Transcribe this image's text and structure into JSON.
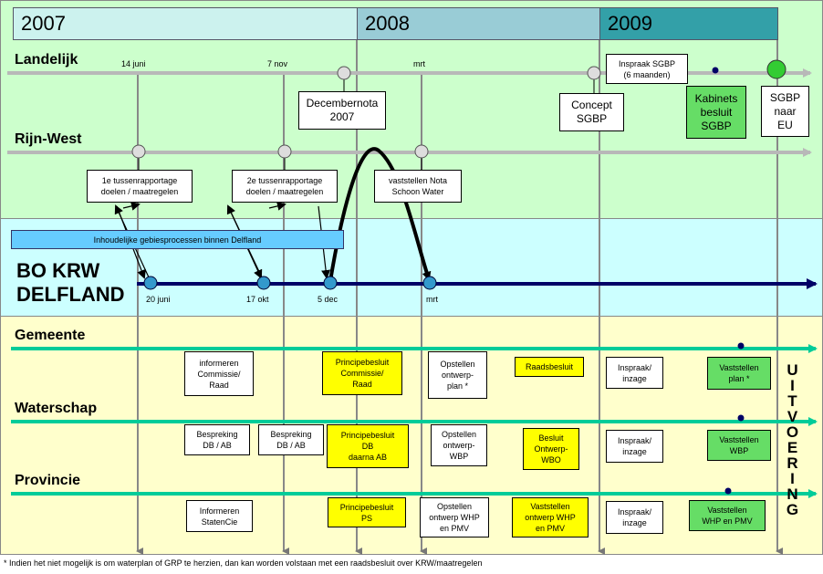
{
  "years": [
    {
      "label": "2007",
      "color": "#ccf2ee"
    },
    {
      "label": "2008",
      "color": "#99ccd6"
    },
    {
      "label": "2009",
      "color": "#33a0a8"
    }
  ],
  "colors": {
    "national_band": "#ccffcc",
    "delfland_band": "#ccffff",
    "local_band": "#ffffcc",
    "grey_arrow": "#b8b8b8",
    "teal_arrow": "#00cc99",
    "navy_arrow": "#000066",
    "node_blue": "#3399cc",
    "node_green": "#33cc33",
    "node_grey": "#dddddd"
  },
  "rows": {
    "landelijk": "Landelijk",
    "rijn_west": "Rijn-West",
    "bo_krw": "BO KRW\nDELFLAND",
    "gemeente": "Gemeente",
    "waterschap": "Waterschap",
    "provincie": "Provincie"
  },
  "dates_top": {
    "d14juni": "14 juni",
    "d7nov": "7 nov",
    "mrt_landelijk": "mrt"
  },
  "dates_bo": {
    "d20juni": "20 juni",
    "d17okt": "17 okt",
    "d5dec": "5 dec",
    "mrt_bo": "mrt"
  },
  "national": {
    "decembernota": "Decembernota\n2007",
    "concept_sgbp": "Concept\nSGBP",
    "inspraak_sgbp": "Inspraak SGBP\n(6 maanden)",
    "kabinetsbesluit": "Kabinets\nbesluit\nSGBP",
    "sgbp_eu": "SGBP\nnaar\nEU"
  },
  "rijnwest": {
    "tussen1": "1e tussenrapportage\ndoelen / maatregelen",
    "tussen2": "2e tussenrapportage\ndoelen / maatregelen",
    "nota": "vaststellen Nota\nSchoon Water"
  },
  "delfland": {
    "gebiedsprocessen": "Inhoudelijke gebiesprocessen binnen Delfland"
  },
  "gemeente": {
    "informeren": "informeren\nCommissie/\nRaad",
    "principe": "Principebesluit\nCommissie/\nRaad",
    "opstellen": "Opstellen\nontwerp-\nplan *",
    "raadsbesluit": "Raadsbesluit",
    "inspraak": "Inspraak/\ninzage",
    "vaststellen": "Vaststellen\nplan *"
  },
  "waterschap": {
    "bespreking1": "Bespreking\nDB / AB",
    "bespreking2": "Bespreking\nDB / AB",
    "principe": "Principebesluit\nDB\ndaarna AB",
    "opstellen": "Opstellen\nontwerp-\nWBP",
    "besluit": "Besluit\nOntwerp-\nWBO",
    "inspraak": "Inspraak/\ninzage",
    "vaststellen": "Vaststellen\nWBP"
  },
  "provincie": {
    "informeren": "Informeren\nStatenCie",
    "principe": "Principebesluit\nPS",
    "opstellen": "Opstellen\nontwerp WHP\nen PMV",
    "vaststellen_ontwerp": "Vaststellen\nontwerp WHP\nen PMV",
    "inspraak": "Inspraak/\ninzage",
    "vaststellen": "Vaststellen\nWHP en PMV"
  },
  "uitvoering": "UITVOERING",
  "footnote": "* Indien het niet mogelijk is om waterplan of GRP te herzien, dan kan worden volstaan met een raadsbesluit over KRW/maatregelen"
}
